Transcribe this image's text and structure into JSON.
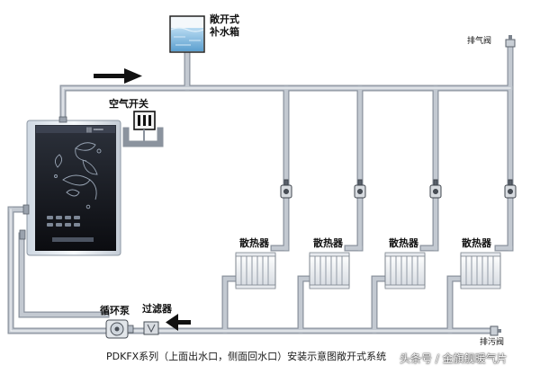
{
  "labels": {
    "tank_line1": "敞开式",
    "tank_line2": "补水箱",
    "vent_valve": "排气阀",
    "air_switch": "空气开关",
    "radiators": [
      "散热器",
      "散热器",
      "散热器",
      "散热器"
    ],
    "pump": "循环泵",
    "filter": "过滤器",
    "drain_valve": "排污阀"
  },
  "caption": "PDKFX系列（上面出水口，侧面回水口）安装示意图敞开式系统",
  "watermark": "头条号 / 金旗舰暖气片",
  "icons": {
    "flow_arrow_supply": "arrow-right-icon",
    "flow_arrow_return": "arrow-left-icon",
    "butterfly_pattern": "butterfly-icon"
  },
  "colors": {
    "pipe": "#b5bcc6",
    "pipe_edge": "#8b939e",
    "boiler_panel": "#14161c",
    "boiler_frame": "#e8eef4",
    "tank_water": "#7fb6dc",
    "radiator": "#f1f3f5",
    "arrow": "#111111"
  }
}
